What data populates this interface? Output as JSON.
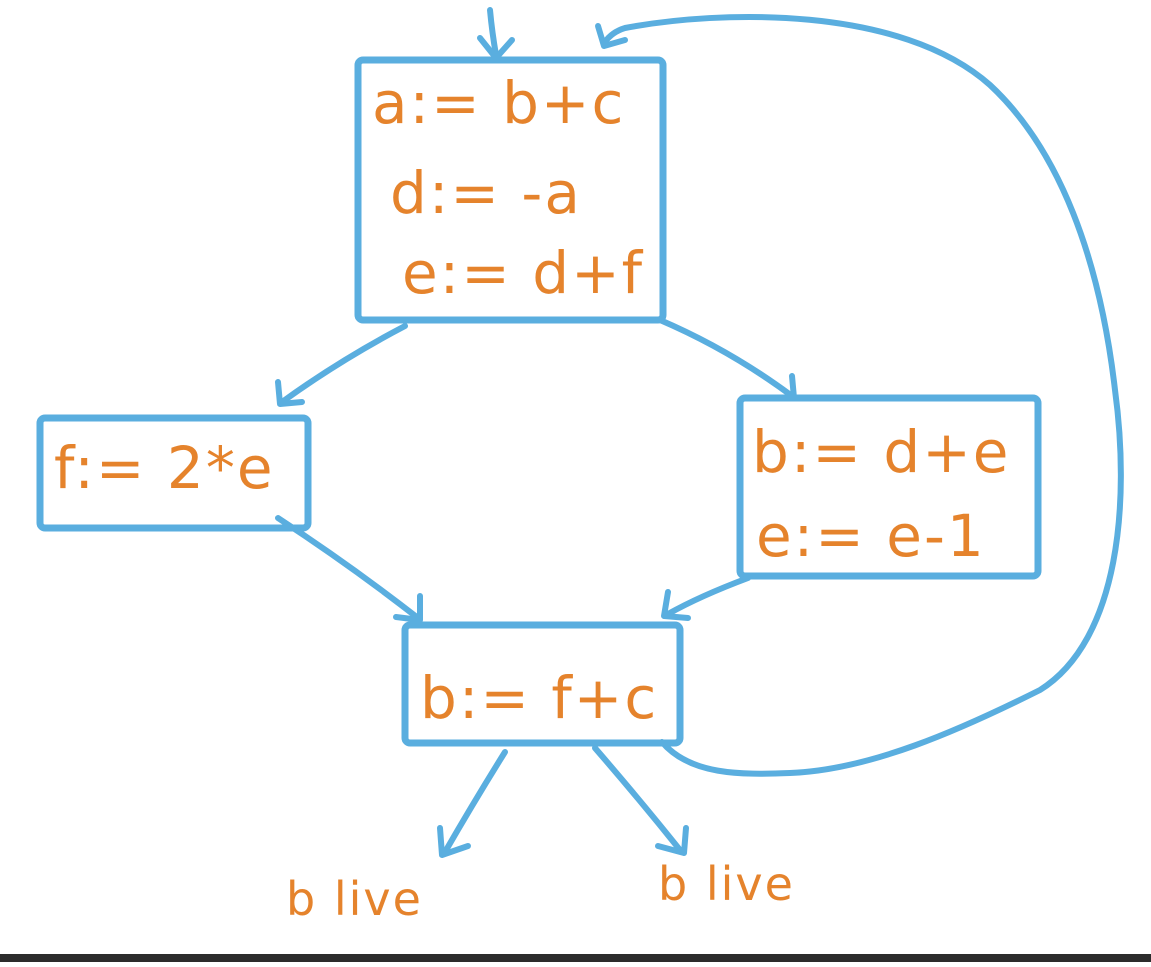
{
  "blocks": {
    "entry": {
      "lines": [
        "a:= b+c",
        "d:= -a",
        "e:= d+f"
      ]
    },
    "left": {
      "lines": [
        "f:= 2*e"
      ]
    },
    "right": {
      "lines": [
        "b:= d+e",
        "e:= e-1"
      ]
    },
    "join": {
      "lines": [
        "b:= f+c"
      ]
    }
  },
  "exit_labels": [
    "b live",
    "b live"
  ],
  "colors": {
    "stroke": "#5aaedf",
    "text": "#e5832c",
    "background": "#ffffff"
  }
}
